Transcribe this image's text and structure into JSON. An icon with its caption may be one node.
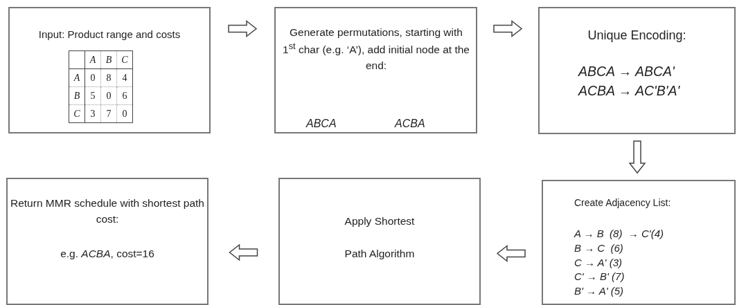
{
  "diagram": {
    "nodes": [
      {
        "text": [
          "Input: Product range and costs"
        ]
      },
      {
        "text": [
          "Generate permutations, starting with 1$^{st}$ char (e.g. ‘A’), add initial node at the end:",
          "ABCA",
          "ACBA"
        ]
      },
      {
        "text": [
          "Unique Encoding:",
          "ABCA → ABCA'",
          "ACBA → AC'B'A'"
        ]
      },
      {
        "text": [
          "Create Adjacency List:",
          "A → B  (8)  → C'(4)",
          "B → C  (6)",
          "C → A' (3)",
          "C' → B' (7)",
          "B' → A' (5)"
        ]
      },
      {
        "text": [
          "Apply Shortest",
          "Path Algorithm"
        ]
      },
      {
        "text": [
          "Return MMR schedule with shortest path cost:",
          "e.g. *ACBA*, cost=16"
        ]
      }
    ],
    "edges": [
      {
        "from": 0,
        "to": 1,
        "arrow": "to"
      },
      {
        "from": 1,
        "to": 2,
        "arrow": "to"
      },
      {
        "from": 2,
        "to": 3,
        "arrow": "to"
      },
      {
        "from": 3,
        "to": 4,
        "arrow": "to"
      },
      {
        "from": 4,
        "to": 5,
        "arrow": "to"
      }
    ],
    "labels": [
      "A",
      "B",
      "C",
      "A",
      "0",
      "8",
      "4",
      "B",
      "5",
      "0",
      "6",
      "C",
      "3",
      "7",
      "0"
    ]
  }
}
